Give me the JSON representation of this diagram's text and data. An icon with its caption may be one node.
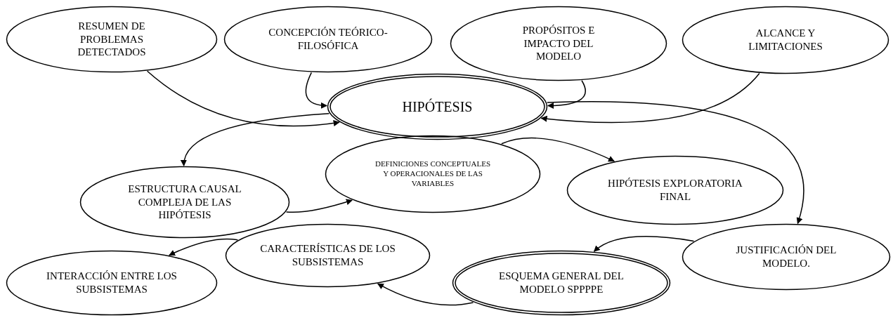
{
  "diagram": {
    "nodes": [
      {
        "text": [
          "RESUMEN DE PROBLEMAS DETECTADOS"
        ]
      },
      {
        "text": [
          "CONCEPCIÓN TEÓRICO-FILOSÓFICA"
        ]
      },
      {
        "text": [
          "PROPÓSITOS E IMPACTO DEL MODELO"
        ]
      },
      {
        "text": [
          "ALCANCE Y LIMITACIONES"
        ]
      },
      {
        "text": [
          "HIPÓTESIS"
        ]
      },
      {
        "text": [
          "ESTRUCTURA CAUSAL COMPLEJA DE LAS HIPÓTESIS"
        ]
      },
      {
        "text": [
          "DEFINICIONES CONCEPTUALES Y OPERACIONALES DE LAS VARIABLES"
        ]
      },
      {
        "text": [
          "HIPÓTESIS EXPLORATORIA FINAL"
        ]
      },
      {
        "text": [
          "JUSTIFICACIÓN DEL MODELO."
        ]
      },
      {
        "text": [
          "CARACTERÍSTICAS DE LOS SUBSISTEMAS"
        ]
      },
      {
        "text": [
          "ESQUEMA GENERAL DEL MODELO SPPPPE"
        ]
      },
      {
        "text": [
          "INTERACCIÓN ENTRE LOS SUBSISTEMAS"
        ]
      }
    ],
    "edges": [
      {
        "from": 0,
        "to": 4,
        "arrow": "to"
      },
      {
        "from": 1,
        "to": 4,
        "arrow": "to"
      },
      {
        "from": 2,
        "to": 4,
        "arrow": "to"
      },
      {
        "from": 3,
        "to": 4,
        "arrow": "to"
      },
      {
        "from": 4,
        "to": 5,
        "arrow": "to"
      },
      {
        "from": 4,
        "to": 8,
        "arrow": "to"
      },
      {
        "from": 5,
        "to": 6,
        "arrow": "to"
      },
      {
        "from": 6,
        "to": 7,
        "arrow": "to"
      },
      {
        "from": 8,
        "to": 10,
        "arrow": "to"
      },
      {
        "from": 10,
        "to": 9,
        "arrow": "to"
      },
      {
        "from": 9,
        "to": 11,
        "arrow": "to"
      }
    ]
  }
}
